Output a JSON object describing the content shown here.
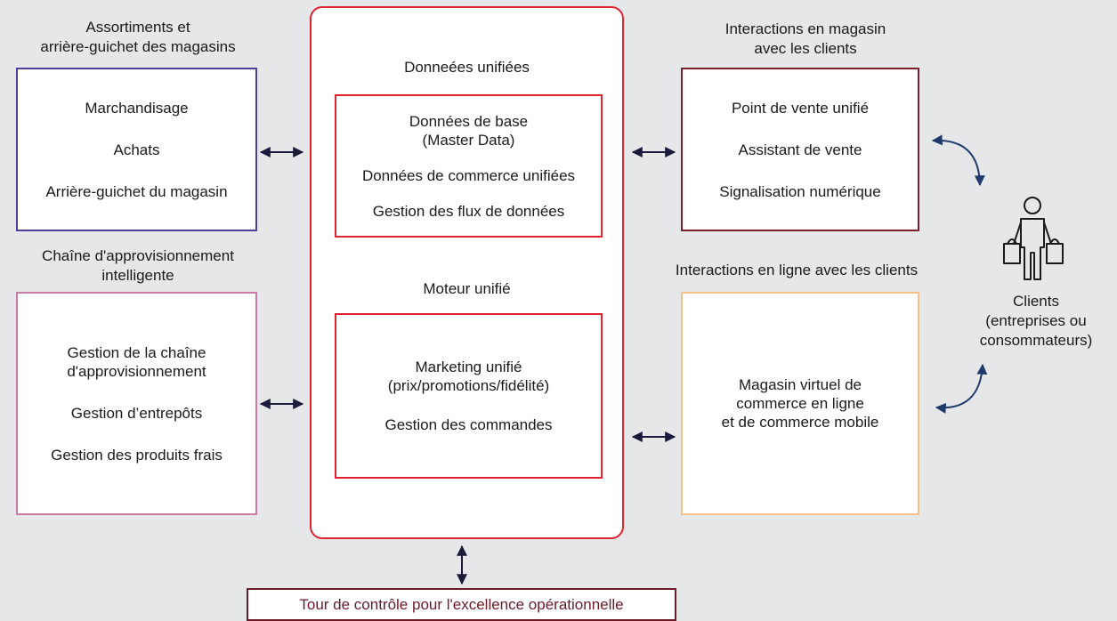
{
  "colors": {
    "background": "#e6e7e8",
    "assortment_border": "#4b3f9a",
    "supply_border": "#c87ba5",
    "center_border": "#e0242f",
    "instore_border": "#7a1f2d",
    "online_border": "#f5c08a",
    "arrow": "#1a1a3a",
    "client_arrow": "#1f3a6b",
    "bottom_border": "#6b1a26"
  },
  "left_top": {
    "title": "Assortiments et\narrière-guichet des magasins",
    "items": [
      "Marchandisage",
      "Achats",
      "Arrière-guichet du magasin"
    ]
  },
  "left_bottom": {
    "title": "Chaîne d'approvisionnement\nintelligente",
    "items": [
      "Gestion de la chaîne\nd'approvisionnement",
      "Gestion d’entrepôts",
      "Gestion des produits frais"
    ]
  },
  "center": {
    "data_title": "Donneées unifiées",
    "data_items": [
      "Données de base\n(Master Data)",
      "Données de commerce unifiées",
      "Gestion des flux de données"
    ],
    "engine_title": "Moteur unifié",
    "engine_items": [
      "Marketing unifié\n(prix/promotions/fidélité)",
      "Gestion des commandes"
    ]
  },
  "right_top": {
    "title": "Interactions en magasin\navec les clients",
    "items": [
      "Point de vente unifié",
      "Assistant de vente",
      "Signalisation numérique"
    ]
  },
  "right_bottom": {
    "title": "Interactions en ligne avec les clients",
    "items": [
      "Magasin virtuel de\ncommerce en ligne\net de commerce mobile"
    ]
  },
  "clients": {
    "label": "Clients\n(entreprises ou\nconsommateurs)",
    "icon": "shopper-icon"
  },
  "bottom": {
    "label": "Tour de contrôle pour l'excellence opérationnelle"
  }
}
